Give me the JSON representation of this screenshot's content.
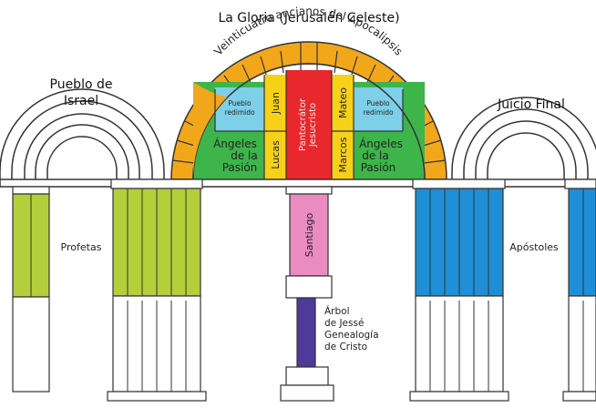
{
  "title": "La Gloria (Jerusalén Celeste)",
  "arch_label": "Veinticuatro ancianos del Apocalipsis",
  "left_label": {
    "line1": "Pueblo de",
    "line2": "Israel"
  },
  "right_label": "Juicio Final",
  "columns": {
    "left": "Profetas",
    "right": "Apóstoles",
    "center": "Santiago"
  },
  "tympanum": {
    "pueblo_left": {
      "line1": "Pueblo",
      "line2": "redimido"
    },
    "pueblo_right": {
      "line1": "Pueblo",
      "line2": "redimido"
    },
    "juan": "Juan",
    "mateo": "Mateo",
    "lucas": "Lucas",
    "marcos": "Marcos",
    "pantocrator": {
      "line1": "Pantocrátor",
      "line2": "Jesucristo"
    },
    "angeles_left": {
      "line1": "Ángeles",
      "line2": "de la",
      "line3": "Pasión"
    },
    "angeles_right": {
      "line1": "Ángeles",
      "line2": "de la",
      "line3": "Pasión"
    }
  },
  "trumeau": {
    "line1": "Árbol",
    "line2": "de Jessé",
    "line3": "Genealogía",
    "line4": "de Cristo"
  },
  "colors": {
    "arch_orange": "#F2A71B",
    "sky_blue": "#7DD0E8",
    "green": "#3DB54A",
    "red": "#E8282C",
    "yellow": "#F7D117",
    "olive": "#B5CF3B",
    "blue": "#1E8FD6",
    "pink": "#EA8BC2",
    "purple": "#4E3A99"
  }
}
